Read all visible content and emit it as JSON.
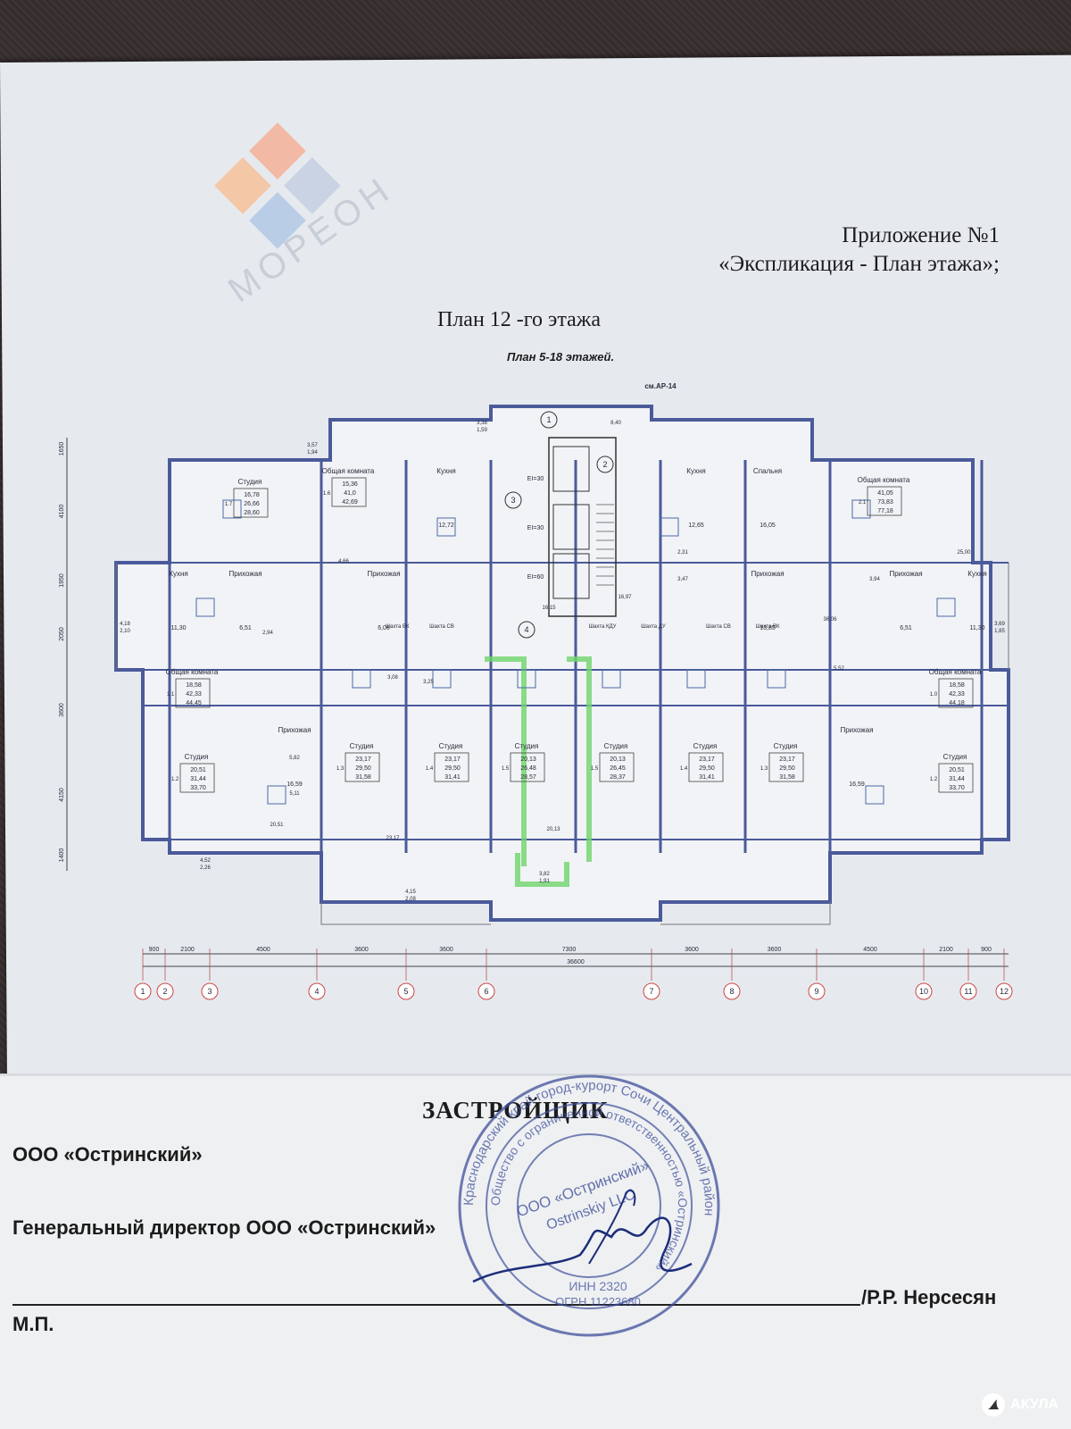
{
  "watermark": {
    "text": "МОРЕОН",
    "colors": [
      "#f4c7a7",
      "#f2b9a4",
      "#b9cde6",
      "#c9d3e3"
    ]
  },
  "appendix": {
    "line1": "Приложение №1",
    "line2": "«Экспликация - План этажа»;"
  },
  "title": "План 12 -го этажа",
  "subtitle": "План 5-18 этажей.",
  "plan": {
    "section_mark": "см.АР-14",
    "axes": [
      "1",
      "2",
      "3",
      "4",
      "5",
      "6",
      "7",
      "8",
      "9",
      "10",
      "11",
      "12"
    ],
    "dimensions_bottom": [
      "900",
      "2100",
      "4500",
      "3600",
      "3600",
      "7300",
      "3600",
      "3600",
      "4500",
      "2100",
      "900"
    ],
    "total_width": "36600",
    "dimensions_left": [
      "1650",
      "4100",
      "1950",
      "2050",
      "3600",
      "4150",
      "1400"
    ],
    "stair_labels": [
      "1",
      "2",
      "3",
      "4"
    ],
    "fire_ratings": [
      "EI=30",
      "EI=30",
      "EI=60"
    ],
    "shafts": [
      "Шахта ВК",
      "Шахта СВ",
      "Шахта КДУ",
      "Шахта ДУ",
      "Шахта СВ",
      "Шахта ВК"
    ],
    "rooms_top_left": [
      {
        "name": "Студия",
        "num": "1.7",
        "areas": [
          "16,78",
          "26,66",
          "28,60"
        ]
      },
      {
        "name": "Общая комната",
        "num": "1.6",
        "areas": [
          "15,36",
          "41,0",
          "42,69"
        ]
      },
      {
        "name": "Кухня",
        "area": "12,72"
      },
      {
        "name": "Прихожая",
        "area": "6,06"
      }
    ],
    "rooms_top_right": [
      {
        "name": "Кухня",
        "area": "12,65"
      },
      {
        "name": "Спальня",
        "area": "16,05"
      },
      {
        "name": "Общая комната",
        "num": "2.1",
        "areas": [
          "41,05",
          "73,83",
          "77,18"
        ]
      },
      {
        "name": "Прихожая",
        "area": "13,85"
      }
    ],
    "rooms_left": [
      {
        "name": "Кухня",
        "area": "11,30"
      },
      {
        "name": "Прихожая",
        "area": "6,51"
      },
      {
        "name": "Общая комната",
        "num": "1.1",
        "areas": [
          "18,58",
          "42,33",
          "44,45"
        ]
      },
      {
        "name": "Прихожая",
        "area": "16,59"
      },
      {
        "name": "Студия",
        "num": "1.2",
        "areas": [
          "20,51",
          "31,44",
          "33,70"
        ]
      }
    ],
    "rooms_right": [
      {
        "name": "Кухня",
        "area": "11,30"
      },
      {
        "name": "Прихожая",
        "area": "6,51"
      },
      {
        "name": "Общая комната",
        "num": "1.0",
        "areas": [
          "18,58",
          "42,33",
          "44,18"
        ]
      },
      {
        "name": "Прихожая",
        "area": "16,59"
      },
      {
        "name": "Студия",
        "num": "1.2",
        "areas": [
          "20,51",
          "31,44",
          "33,70"
        ]
      }
    ],
    "studios_center": [
      {
        "name": "Студия",
        "num": "1.3",
        "areas": [
          "23,17",
          "29,50",
          "31,58"
        ]
      },
      {
        "name": "Студия",
        "num": "1.4",
        "areas": [
          "23,17",
          "29,50",
          "31,41"
        ]
      },
      {
        "name": "Студия",
        "num": "1.5",
        "areas": [
          "20,13",
          "26,48",
          "28,57"
        ]
      },
      {
        "name": "Студия",
        "num": "1.5",
        "areas": [
          "20,13",
          "26,45",
          "28,37"
        ]
      },
      {
        "name": "Студия",
        "num": "1.4",
        "areas": [
          "23,17",
          "29,50",
          "31,41"
        ]
      },
      {
        "name": "Студия",
        "num": "1.3",
        "areas": [
          "23,17",
          "29,50",
          "31,58"
        ]
      }
    ],
    "misc_labels": [
      "3,38",
      "1,59",
      "8,40",
      "3,57",
      "1,94",
      "16,97",
      "16,15",
      "3,25",
      "3,08",
      "5,82",
      "5,11",
      "20,51",
      "23,17",
      "20,13",
      "3,82",
      "1,91",
      "4,15",
      "2,08",
      "4,52",
      "2,26",
      "4,18",
      "2,10",
      "3,69",
      "1,85",
      "2,94",
      "3,94",
      "3,47",
      "2,31",
      "25,00",
      "36,06",
      "5,52",
      "4,66"
    ]
  },
  "developer_heading": "ЗАСТРОЙЩИК",
  "company": "ООО «Остринский»",
  "director": "Генеральный директор ООО «Остринский»",
  "signature_name": "/Р.Р. Нерсесян",
  "mp": "М.П.",
  "stamp": {
    "outer": "Краснодарский край город-курорт Сочи Центральный район",
    "inner": "ООО «Остринский»",
    "latin": "Ostrinskiy LLC",
    "inn": "ИНН 2320",
    "ogrn": "ОГРН 11223680",
    "ring": "Общество с ограниченной ответственностью «Остринский»"
  },
  "badge": "АКУЛА"
}
